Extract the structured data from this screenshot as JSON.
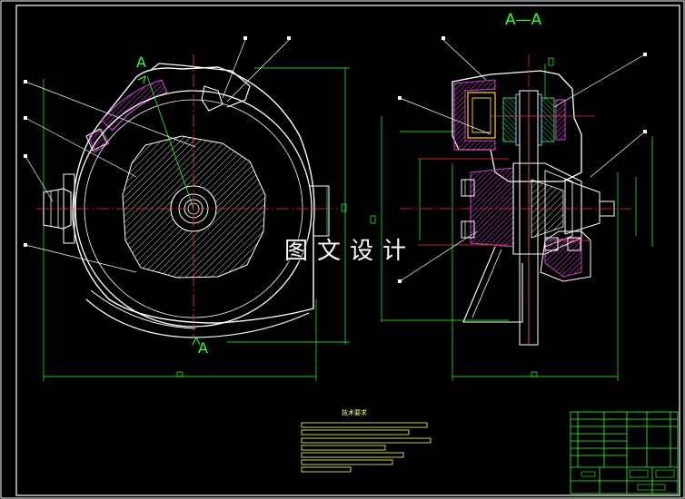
{
  "drawing": {
    "section_label": "A—A",
    "cut_label_top": "A",
    "cut_label_bottom": "A",
    "watermark": "图文设计",
    "notes_title": "技术要求",
    "colors": {
      "background": "#000000",
      "outline": "#ffffff",
      "centerline": "#ff3333",
      "dimension": "#33ff33",
      "hatch": "#cc44cc",
      "text": "#ffff66",
      "title_block": "#33ff33"
    }
  }
}
